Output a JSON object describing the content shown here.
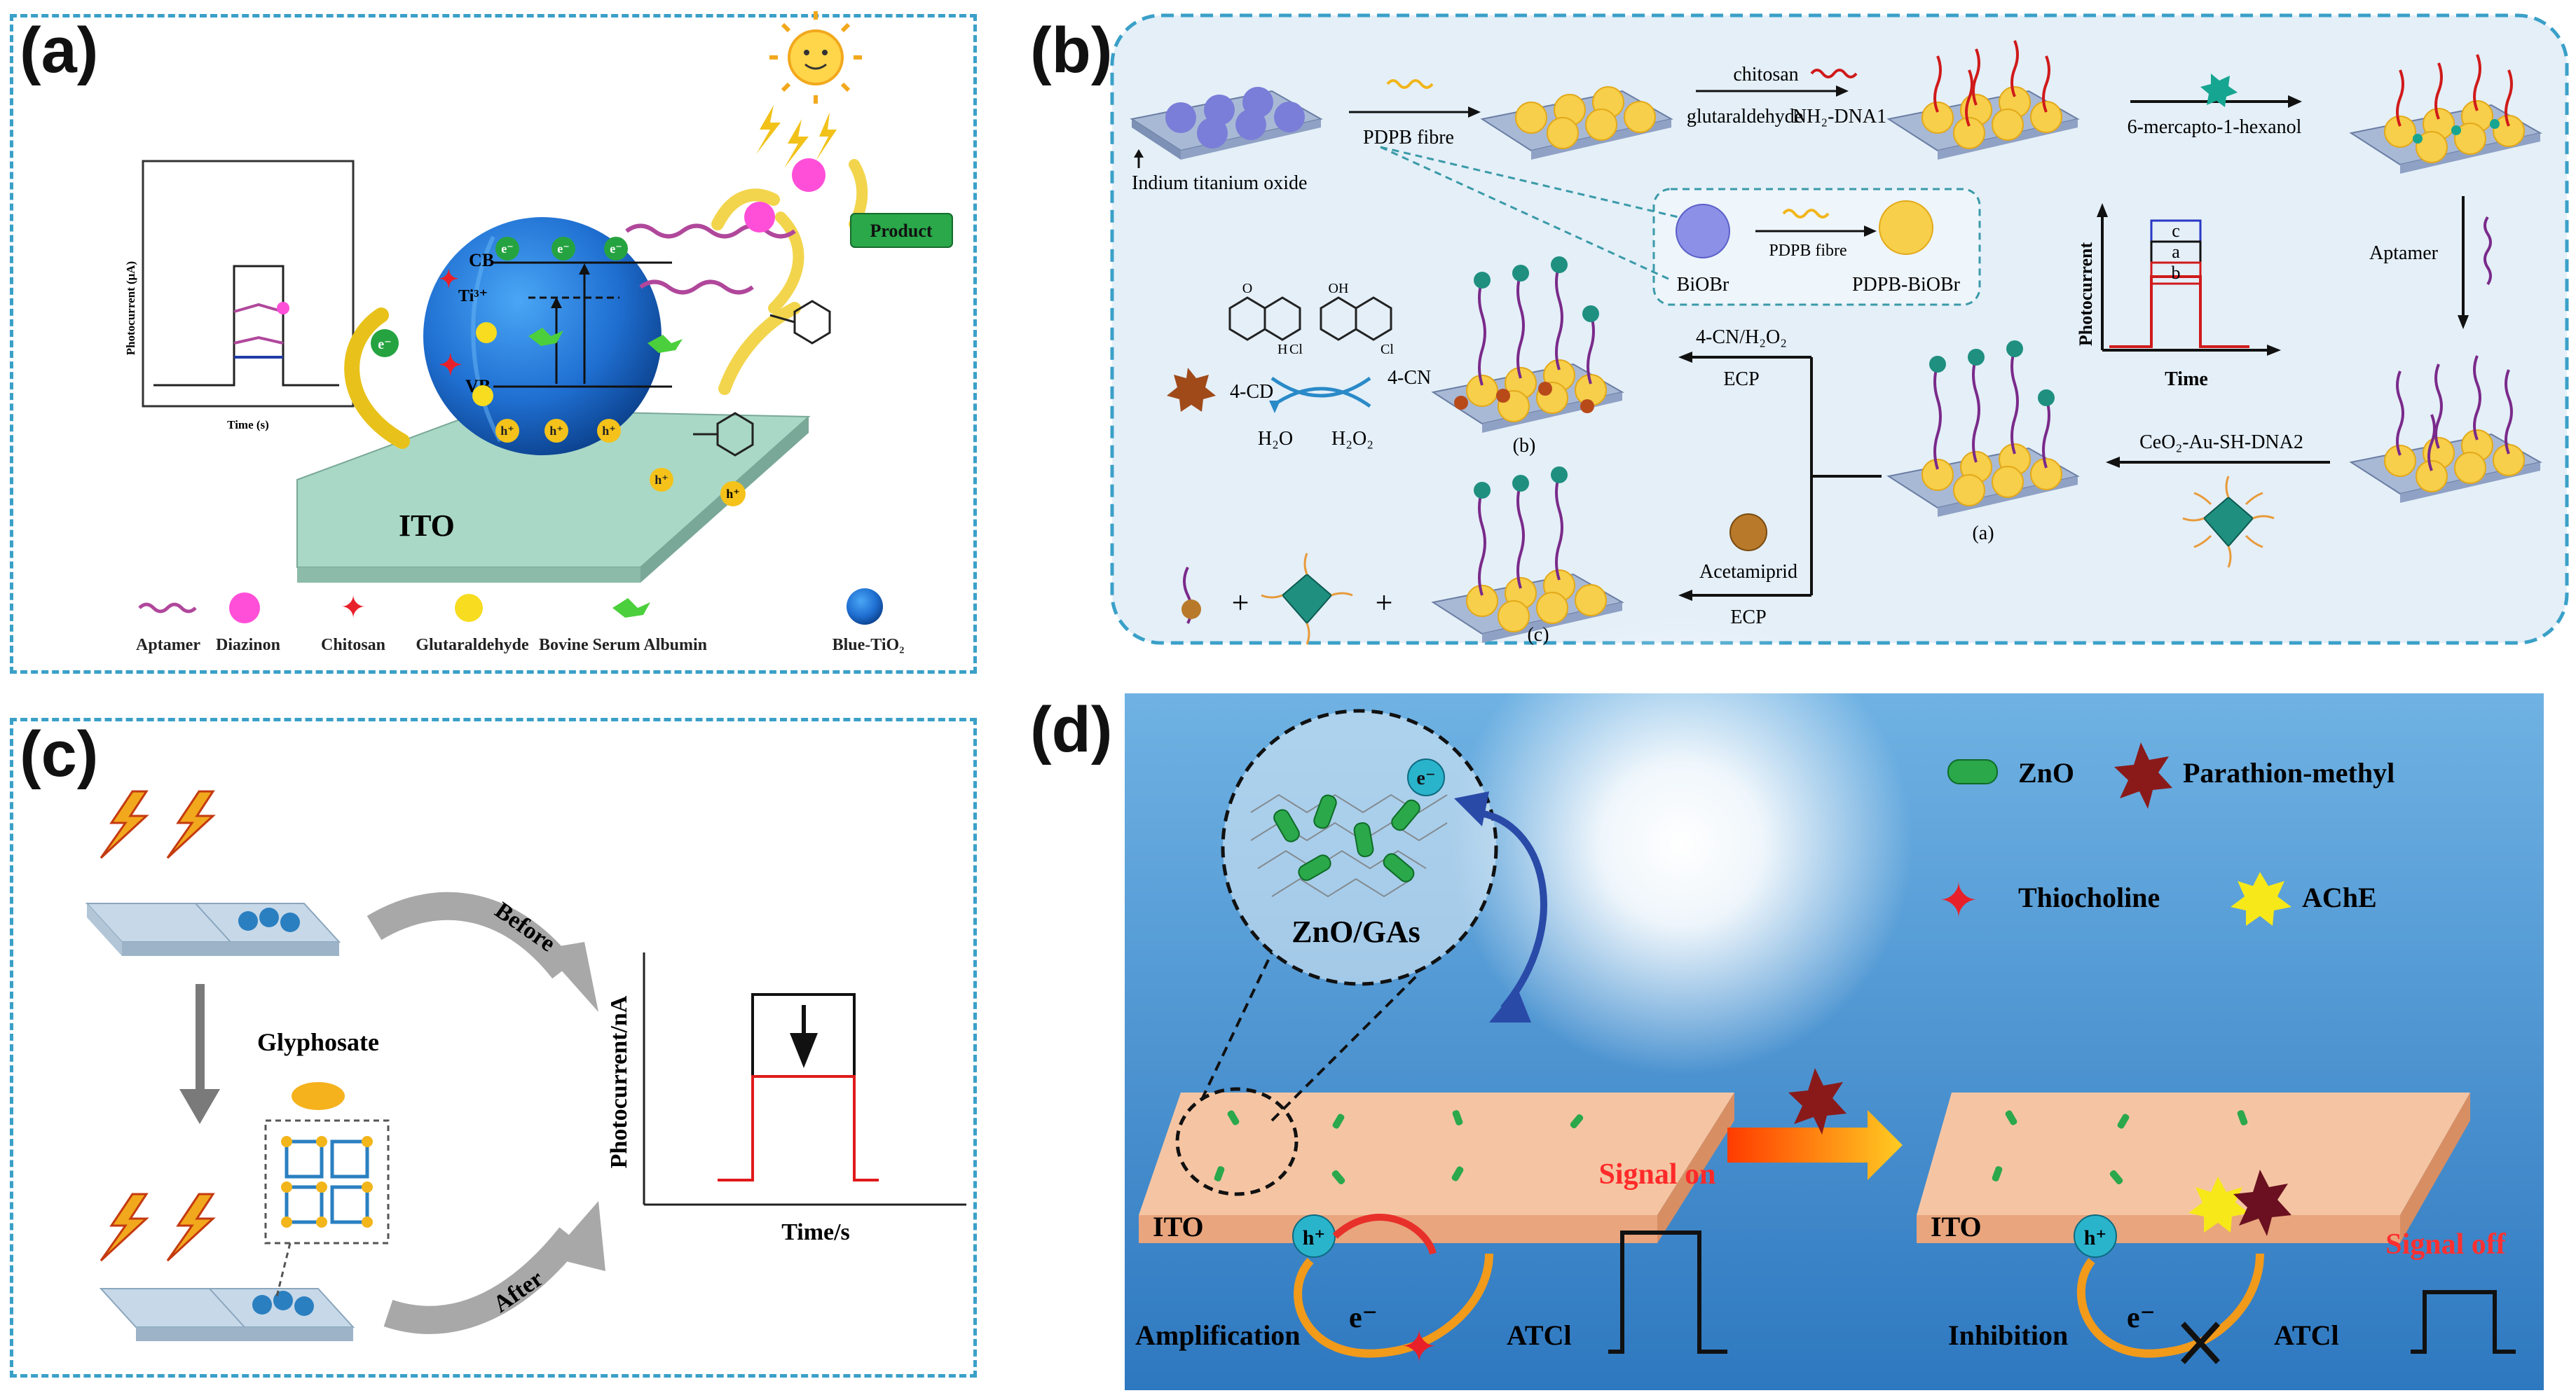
{
  "panels": {
    "a": {
      "label": "(a)",
      "plot": {
        "ylabel": "Photocurrent (μA)",
        "xlabel": "Time (s)"
      },
      "sphere": {
        "cb": "CB",
        "vb": "VB",
        "ti": "Ti³⁺",
        "electron": "e⁻",
        "hole": "h⁺"
      },
      "ito": "ITO",
      "product": "Product",
      "legend": [
        "Aptamer",
        "Diazinon",
        "Chitosan",
        "Glutaraldehyde",
        "Bovine Serum Albumin",
        "Blue-TiO₂"
      ]
    },
    "b": {
      "label": "(b)",
      "substrate": "Indium titanium oxide",
      "pdpb_fibre": "PDPB fibre",
      "chitosan": "chitosan",
      "glutaraldehyde": "glutaraldehyde",
      "dna1": "NH₂-DNA1",
      "mch": "6-mercapto-1-hexanol",
      "aptamer": "Aptamer",
      "ceo2": "CeO₂-Au-SH-DNA2",
      "inset_biobr": "BiOBr",
      "inset_fibre": "PDPB fibre",
      "inset_product": "PDPB-BiOBr",
      "plot_ylabel": "Photocurrent",
      "plot_xlabel": "Time",
      "plot_steps": [
        "c",
        "a",
        "b"
      ],
      "cn_reagent": "4-CN/H₂O₂",
      "ecp": "ECP",
      "cd": "4-CD",
      "cn": "4-CN",
      "h2o": "H₂O",
      "h2o2": "H₂O₂",
      "acetamiprid": "Acetamiprid",
      "sub_a": "(a)",
      "sub_b": "(b)",
      "sub_c": "(c)",
      "plus": "+"
    },
    "c": {
      "label": "(c)",
      "glyphosate": "Glyphosate",
      "before": "Before",
      "after": "After",
      "ylabel": "Photocurrent/nA",
      "xlabel": "Time/s"
    },
    "d": {
      "label": "(d)",
      "zno_gas": "ZnO/GAs",
      "electron": "e⁻",
      "hole": "h⁺",
      "legend": {
        "zno": "ZnO",
        "parathion": "Parathion-methyl",
        "thiocholine": "Thiocholine",
        "ache": "AChE"
      },
      "ito_left": "ITO",
      "ito_right": "ITO",
      "signal_on": "Signal on",
      "signal_off": "Signal off",
      "amplification": "Amplification",
      "inhibition": "Inhibition",
      "atcl_left": "ATCl",
      "atcl_right": "ATCl"
    }
  },
  "colors": {
    "frame": "#3aa0c8",
    "aptamer": "#b0479b",
    "diazinon": "#ff4fd8",
    "chitosan": "#e8202a",
    "glutaraldehyde": "#f7dc1f",
    "bsa": "#4ccf3c",
    "tio2": "#1f6fd1",
    "product": "#2aa84a",
    "ito_a": "#a9d8c6",
    "b_bg": "#e4eff8",
    "d_sky": "#4a93cf",
    "d_slab": "#f5c5a3",
    "signal_on": "#ff2a2a",
    "signal_off": "#ff3030"
  }
}
